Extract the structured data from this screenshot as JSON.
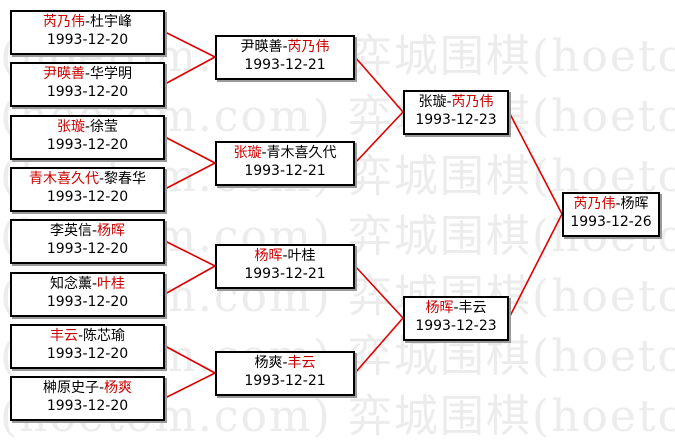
{
  "watermark": "(hoetom.com) 弈城围棋(hoetom.com) 弈城围棋",
  "colors": {
    "winner": "#cc0000",
    "line": "#e00000",
    "border": "#000000"
  },
  "round1": [
    {
      "p1": "芮乃伟",
      "p2": "杜宇峰",
      "winner": "p1",
      "date": "1993-12-20"
    },
    {
      "p1": "尹暎善",
      "p2": "华学明",
      "winner": "p1",
      "date": "1993-12-20"
    },
    {
      "p1": "张璇",
      "p2": "徐莹",
      "winner": "p1",
      "date": "1993-12-20"
    },
    {
      "p1": "青木喜久代",
      "p2": "黎春华",
      "winner": "p1",
      "date": "1993-12-20"
    },
    {
      "p1": "李英信",
      "p2": "杨晖",
      "winner": "p2",
      "date": "1993-12-20"
    },
    {
      "p1": "知念薰",
      "p2": "叶桂",
      "winner": "p2",
      "date": "1993-12-20"
    },
    {
      "p1": "丰云",
      "p2": "陈芯瑜",
      "winner": "p1",
      "date": "1993-12-20"
    },
    {
      "p1": "榊原史子",
      "p2": "杨爽",
      "winner": "p2",
      "date": "1993-12-20"
    }
  ],
  "round2": [
    {
      "p1": "尹暎善",
      "p2": "芮乃伟",
      "winner": "p2",
      "date": "1993-12-21"
    },
    {
      "p1": "张璇",
      "p2": "青木喜久代",
      "winner": "p1",
      "date": "1993-12-21"
    },
    {
      "p1": "杨晖",
      "p2": "叶桂",
      "winner": "p1",
      "date": "1993-12-21"
    },
    {
      "p1": "杨爽",
      "p2": "丰云",
      "winner": "p2",
      "date": "1993-12-21"
    }
  ],
  "round3": [
    {
      "p1": "张璇",
      "p2": "芮乃伟",
      "winner": "p2",
      "date": "1993-12-23"
    },
    {
      "p1": "杨晖",
      "p2": "丰云",
      "winner": "p1",
      "date": "1993-12-23"
    }
  ],
  "final": {
    "p1": "芮乃伟",
    "p2": "杨晖",
    "winner": "p1",
    "date": "1993-12-26"
  }
}
